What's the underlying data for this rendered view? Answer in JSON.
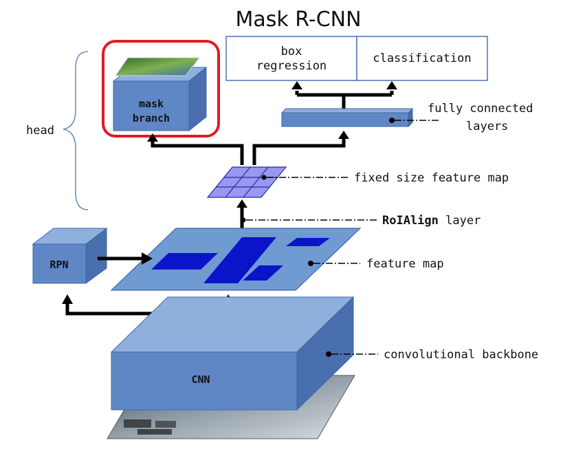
{
  "title": "Mask R-CNN",
  "head_label": "head",
  "outputs": {
    "box_regression_line1": "box",
    "box_regression_line2": "regression",
    "classification": "classification"
  },
  "blocks": {
    "mask_branch_line1": "mask",
    "mask_branch_line2": "branch",
    "rpn": "RPN",
    "cnn": "CNN"
  },
  "annotations": {
    "fc_line1": "fully connected",
    "fc_line2": "layers",
    "fixed_map": "fixed size feature map",
    "roialign_bold": "RoIAlign",
    "roialign_rest": " layer",
    "feature_map": "feature map",
    "backbone": "convolutional backbone"
  },
  "colors": {
    "block_front": "#5f87c6",
    "block_top": "#8fb0dd",
    "block_side": "#4a6fae",
    "feature_map": "#6f9ad2",
    "roi_boxes": "#0a14c8",
    "fixed_grid": "#9898f2",
    "highlight": "#e01b24"
  }
}
